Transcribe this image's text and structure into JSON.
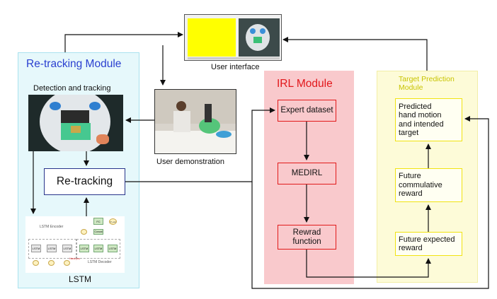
{
  "modules": {
    "retracking": {
      "title": "Re-tracking Module",
      "detection_label": "Detection and tracking",
      "retracking_box": "Re-tracking",
      "lstm_label": "LSTM",
      "lstm_encoder_label": "LSTM Encoder",
      "lstm_decoder_label": "LSTM Decoder",
      "lstm_cell": "LSTM",
      "detail_fc": "FC",
      "detail_concat": "Concat",
      "detail_hand_pos": "Hand pos",
      "detail_p_out": "P_out"
    },
    "irl": {
      "title": "IRL Module",
      "expert_dataset": "Expert dataset",
      "medirl": "MEDIRL",
      "reward_function": "Rewrad\nfunction"
    },
    "target_prediction": {
      "title": "Target Prediction\nModule",
      "predicted": "Predicted\nhand motion\nand intended\ntarget",
      "future_cumulative": "Future\ncommulative\nreward",
      "future_expected": "Future expected\nreward"
    }
  },
  "user_interface_label": "User interface",
  "user_demonstration_label": "User demonstration",
  "colors": {
    "blue_panel": "#e6f8fb",
    "red_panel": "#f9c9cc",
    "yellow_panel": "#fdfbd8",
    "blue_title": "#2a3fd0",
    "red_title": "#e2171b",
    "yellow_title": "#c8c400"
  }
}
